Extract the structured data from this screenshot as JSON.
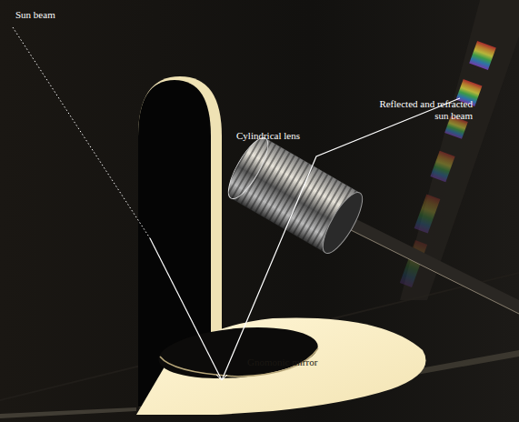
{
  "diagram": {
    "labels": [
      "Sun beam",
      "Cylindrical lens",
      "Reflected and refracted sun beam",
      "Gnomonic mirror"
    ]
  }
}
